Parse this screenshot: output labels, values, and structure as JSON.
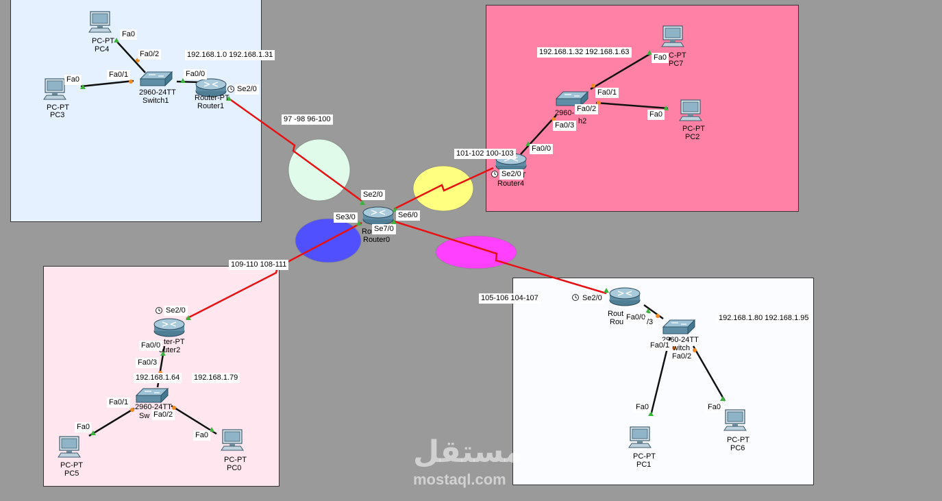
{
  "areas": {
    "top_left": {
      "color": "#e6f1ff"
    },
    "top_right": {
      "color": "#ff82a6"
    },
    "bottom_left": {
      "color": "#ffe6ef"
    },
    "bottom_right": {
      "color": "#fafcff"
    }
  },
  "networks": {
    "lan1": "192.168.1.0 192.168.1.31",
    "lan2": "192.168.1.32 192.168.1.63",
    "lan3": "192.168.1.64",
    "lan3b": "192.168.1.79",
    "lan4": "192.168.1.80 192.168.1.95"
  },
  "wan": {
    "w1": "97 -98  96-100",
    "w2": "101-102 100-103",
    "w3": "109-110    108-111",
    "w4": "105-106 104-107"
  },
  "devices": {
    "pc4": {
      "type": "PC-PT",
      "name": "PC4"
    },
    "pc3": {
      "type": "PC-PT",
      "name": "PC3"
    },
    "switch1": {
      "type": "2960-24TT",
      "name": "Switch1"
    },
    "router1": {
      "type": "Router-PT",
      "name": "Router1"
    },
    "pc7": {
      "type": "C-PT",
      "name": "PC7"
    },
    "pc2": {
      "type": "PC-PT",
      "name": "PC2"
    },
    "switch2": {
      "type": "2960-",
      "name": "h2"
    },
    "router4": {
      "type": "T",
      "name": "Router4"
    },
    "router0": {
      "type": "Rou",
      "name": "Router0"
    },
    "router2": {
      "type": "ter-PT",
      "name": "outer2"
    },
    "switch0": {
      "type": "2960-24TT",
      "name": "Sw"
    },
    "pc5": {
      "type": "PC-PT",
      "name": "PC5"
    },
    "pc0": {
      "type": "PC-PT",
      "name": "PC0"
    },
    "router3": {
      "type": "Rout",
      "name": "Rou"
    },
    "switch3": {
      "type": "2960-24TT",
      "name": "witch"
    },
    "pc1": {
      "type": "PC-PT",
      "name": "PC1"
    },
    "pc6": {
      "type": "PC-PT",
      "name": "PC6"
    }
  },
  "ports": {
    "pc4_fa0": "Fa0",
    "sw1_fa02": "Fa0/2",
    "pc3_fa0": "Fa0",
    "sw1_fa01": "Fa0/1",
    "r1_fa00": "Fa0/0",
    "r1_se20": "Se2/0",
    "pc7_fa0": "Fa0",
    "sw2_fa01": "Fa0/1",
    "sw2_fa02": "Fa0/2",
    "pc2_fa0": "Fa0",
    "sw2_fa03": "Fa0/3",
    "r4_fa00": "Fa0/0",
    "r4_se20": "Se2/0",
    "r0_se20": "Se2/0",
    "r0_se30": "Se3/0",
    "r0_se60": "Se6/0",
    "r0_se70": "Se7/0",
    "r2_se20": "Se2/0",
    "r2_fa00": "Fa0/0",
    "sw0_fa03": "Fa0/3",
    "sw0_fa01": "Fa0/1",
    "sw0_fa02": "Fa0/2",
    "pc5_fa0": "Fa0",
    "pc0_fa0": "Fa0",
    "r3_se20": "Se2/0",
    "r3_fa00": "Fa0/0",
    "sw3_fa03": "/3",
    "sw3_fa01": "Fa0/1",
    "sw3_fa02": "Fa0/2",
    "pc1_fa0": "Fa0",
    "pc6_fa0": "Fa0"
  },
  "ellipses": {
    "e1": "#e0fbea",
    "e2": "#ffff80",
    "e3": "#5050ff",
    "e4": "#ff40ff"
  },
  "watermark": {
    "arabic": "مستقل",
    "latin": "mostaql.com"
  }
}
